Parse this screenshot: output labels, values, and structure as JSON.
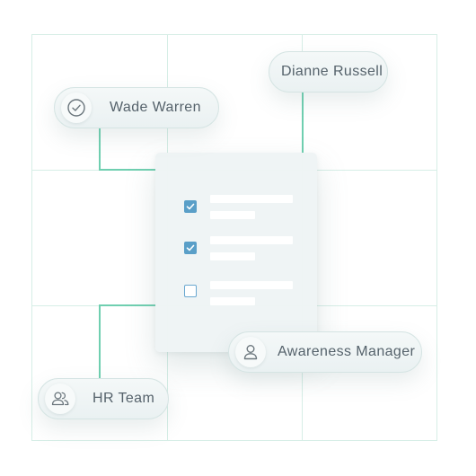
{
  "colors": {
    "grid": "#d6eee6",
    "connector": "#6fcfb0",
    "checkbox": "#5a9fc8",
    "text": "#55626b"
  },
  "nodes": [
    {
      "label": "Dianne Russell",
      "icon": null
    },
    {
      "label": "Wade Warren",
      "icon": "check-circle-icon"
    },
    {
      "label": "Awareness Manager",
      "icon": "user-icon"
    },
    {
      "label": "HR Team",
      "icon": "users-icon"
    }
  ],
  "checklist": [
    {
      "checked": true
    },
    {
      "checked": true
    },
    {
      "checked": false
    }
  ]
}
